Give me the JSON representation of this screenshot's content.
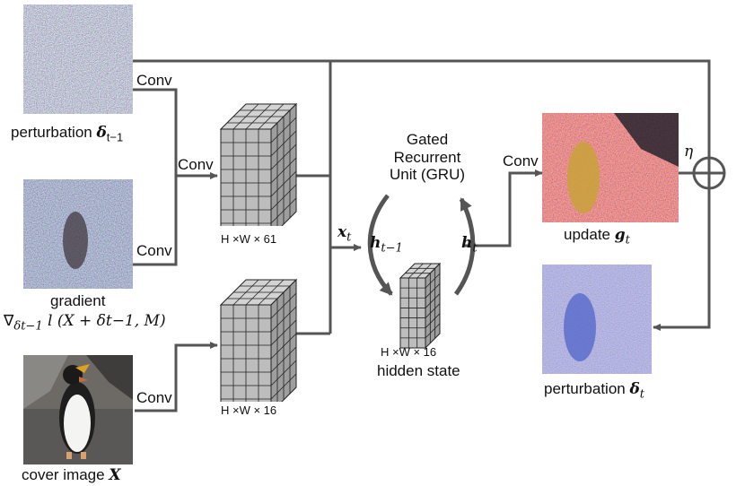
{
  "images": {
    "perturbation_prev": {
      "caption_text": "perturbation ",
      "caption_sym": "δ",
      "caption_sub": "t−1"
    },
    "gradient": {
      "caption_line1": "gradient",
      "caption_line2": "∇",
      "caption_sub": "δt−1",
      "caption_expr": " l (X + δt−1, M)"
    },
    "cover": {
      "caption_text": "cover image ",
      "caption_sym": "X"
    },
    "update": {
      "caption_text": "update ",
      "caption_sym": "g",
      "caption_sub": "t"
    },
    "perturbation_new": {
      "caption_text": "perturbation ",
      "caption_sym": "δ",
      "caption_sub": "t"
    }
  },
  "conv_labels": {
    "perturbation": "Conv",
    "gradient": "Conv",
    "merge": "Conv",
    "cover": "Conv",
    "update": "Conv"
  },
  "tensors": {
    "features_61": "H ×W × 61",
    "features_16": "H ×W × 16",
    "hidden": "H ×W × 16",
    "hidden_caption": "hidden state"
  },
  "gru": {
    "line1": "Gated",
    "line2": "Recurrent",
    "line3": "Unit (GRU)"
  },
  "symbols": {
    "x_t": "x",
    "x_sub": "t",
    "h_prev": "h",
    "h_prev_sub": "t−1",
    "h_t": "h",
    "h_t_sub": "t",
    "eta": "η"
  },
  "colors": {
    "line": "#555555",
    "cube_face": "#bdbdbd",
    "cube_top": "#d3d3d3",
    "cube_side": "#9e9e9e",
    "cube_grid": "#222222"
  }
}
